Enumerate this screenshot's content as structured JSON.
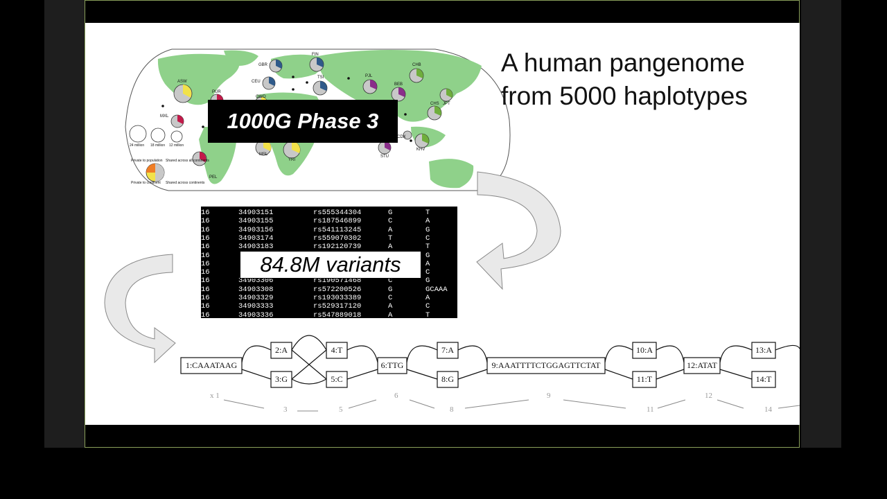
{
  "slide": {
    "title_lines": [
      "A human pangenome",
      "from 5000 haplotypes"
    ],
    "phase_label": "1000G Phase 3",
    "variants_label": "84.8M variants"
  },
  "map": {
    "populations": [
      {
        "code": "ASW"
      },
      {
        "code": "PUR"
      },
      {
        "code": "MXL"
      },
      {
        "code": "PEL"
      },
      {
        "code": "GBR"
      },
      {
        "code": "CEU"
      },
      {
        "code": "FIN"
      },
      {
        "code": "GWD"
      },
      {
        "code": "TSI"
      },
      {
        "code": "MSL"
      },
      {
        "code": "YRI"
      },
      {
        "code": "PJL"
      },
      {
        "code": "BEB"
      },
      {
        "code": "STU"
      },
      {
        "code": "CHB"
      },
      {
        "code": "CHS"
      },
      {
        "code": "JPT"
      },
      {
        "code": "KHV"
      },
      {
        "code": "CDX"
      }
    ],
    "legend_sizes": [
      "24 million",
      "18 million",
      "12 million"
    ],
    "legend_category_labels": [
      "Private to population",
      "Shared across all continents",
      "Private to continent",
      "Shared across continents"
    ]
  },
  "vcf_rows": [
    [
      "16",
      "34903151",
      "rs555344304",
      "G",
      "T"
    ],
    [
      "16",
      "34903155",
      "rs187546899",
      "C",
      "A"
    ],
    [
      "16",
      "34903156",
      "rs541113245",
      "A",
      "G"
    ],
    [
      "16",
      "34903174",
      "rs559070302",
      "T",
      "C"
    ],
    [
      "16",
      "34903183",
      "rs192120739",
      "A",
      "T"
    ],
    [
      "16",
      "",
      "",
      "",
      "G"
    ],
    [
      "16",
      "",
      "",
      "",
      "A"
    ],
    [
      "16",
      "",
      "",
      "",
      "C"
    ],
    [
      "16",
      "34903306",
      "rs190571468",
      "C",
      "G"
    ],
    [
      "16",
      "34903308",
      "rs572200526",
      "G",
      "GCAAA"
    ],
    [
      "16",
      "34903329",
      "rs193033389",
      "C",
      "A"
    ],
    [
      "16",
      "34903333",
      "rs529317120",
      "A",
      "C"
    ],
    [
      "16",
      "34903336",
      "rs547889018",
      "A",
      "T"
    ]
  ],
  "graph": {
    "nodes": [
      {
        "id": "1",
        "label": "1:CAAATAAG"
      },
      {
        "id": "2",
        "label": "2:A"
      },
      {
        "id": "3",
        "label": "3:G"
      },
      {
        "id": "4",
        "label": "4:T"
      },
      {
        "id": "5",
        "label": "5:C"
      },
      {
        "id": "6",
        "label": "6:TTG"
      },
      {
        "id": "7",
        "label": "7:A"
      },
      {
        "id": "8",
        "label": "8:G"
      },
      {
        "id": "9",
        "label": "9:AAATTTTCTGGAGTTCTAT"
      },
      {
        "id": "10",
        "label": "10:A"
      },
      {
        "id": "11",
        "label": "11:T"
      },
      {
        "id": "12",
        "label": "12:ATAT"
      },
      {
        "id": "13",
        "label": "13:A"
      },
      {
        "id": "14",
        "label": "14:T"
      }
    ],
    "path_labels": [
      "x 1",
      "3",
      "5",
      "6",
      "8",
      "9",
      "11",
      "12",
      "14"
    ]
  },
  "colors": {
    "ocean": "#ffffff",
    "land": "#8fd18a",
    "pie_gray": "#c8c8c8",
    "pie_yellow": "#f2e24a",
    "pie_red": "#c21a4a",
    "pie_green": "#6fae3c",
    "pie_purple": "#8a2e8a",
    "pie_orange": "#ef7d25",
    "arrow_fill": "#e9e9e9"
  }
}
